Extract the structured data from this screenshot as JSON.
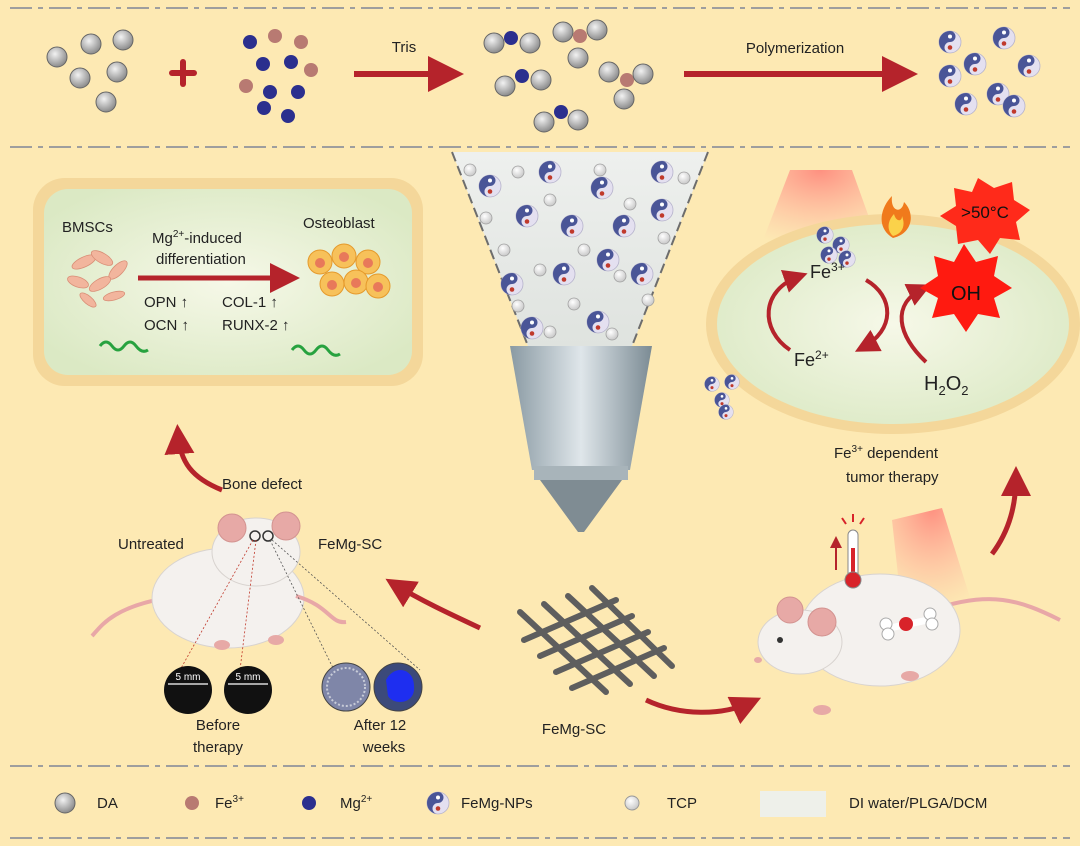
{
  "colors": {
    "background": "#fde9b3",
    "arrow": "#b5232b",
    "da": "#a7a7a7",
    "fe": "#b87a72",
    "mg": "#2b2f8e",
    "panel": "#e8f1d6",
    "heat": "#ff2a1a"
  },
  "synthesis": {
    "step1_label": "Tris",
    "step2_label": "Polymerization"
  },
  "bone_panel": {
    "left_label": "BMSCs",
    "right_label": "Osteoblast",
    "arrow_label_sup": "2+",
    "arrow_label_mg": "Mg",
    "arrow_label_rest": "-induced",
    "arrow_label_line2": "differentiation",
    "markers": [
      "OPN ↑",
      "OCN ↑",
      "COL-1 ↑",
      "RUNX-2 ↑"
    ]
  },
  "tumor_panel": {
    "temp_label": ">50°C",
    "fe3_base": "Fe",
    "fe3_sup": "3+",
    "fe2_base": "Fe",
    "fe2_sup": "2+",
    "oh_label": "OH",
    "h2o2_h": "H",
    "h2o2_2a": "2",
    "h2o2_o": "O",
    "h2o2_2b": "2",
    "caption_line1_base": "Fe",
    "caption_line1_sup": "3+",
    "caption_line1_rest": " dependent",
    "caption_line2": "tumor therapy"
  },
  "mouse_left": {
    "bone_defect": "Bone defect",
    "untreated": "Untreated",
    "femg_sc": "FeMg-SC",
    "scale_label": "5 mm",
    "before_line1": "Before",
    "before_line2": "therapy",
    "after_line1": "After 12",
    "after_line2": "weeks"
  },
  "scaffold_label": "FeMg-SC",
  "legend": {
    "da": "DA",
    "fe_base": "Fe",
    "fe_sup": "3+",
    "mg_base": "Mg",
    "mg_sup": "2+",
    "nps": "FeMg-NPs",
    "tcp": "TCP",
    "solvent": "DI water/PLGA/DCM"
  }
}
